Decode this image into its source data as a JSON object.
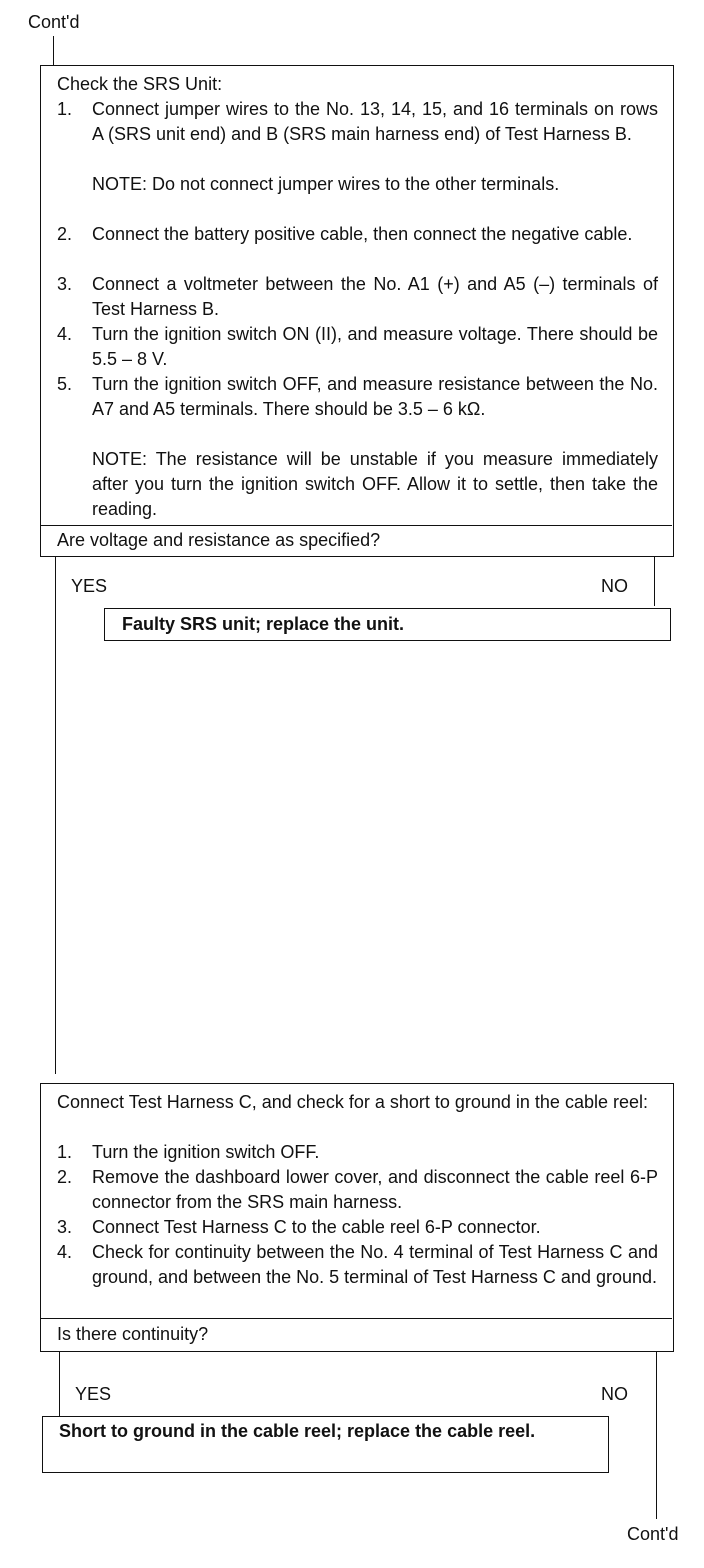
{
  "top_continued": "Cont'd",
  "bottom_continued": "Cont'd",
  "step1": {
    "title": "Check the SRS Unit:",
    "items": [
      {
        "num": "1.",
        "text": "Connect jumper wires to the No. 13, 14, 15, and 16 terminals on rows A (SRS unit end) and B (SRS main harness end) of Test Harness B."
      },
      {
        "num": "",
        "text": "NOTE: Do not connect jumper wires to the other terminals."
      },
      {
        "num": "2.",
        "text": "Connect the battery positive cable, then connect the negative cable."
      },
      {
        "num": "3.",
        "text": "Connect a voltmeter between the No. A1 (+) and A5 (–) terminals of Test Harness B."
      },
      {
        "num": "4.",
        "text": "Turn the ignition switch ON (II), and measure voltage. There should be 5.5 – 8 V."
      },
      {
        "num": "5.",
        "text": "Turn the ignition switch OFF, and measure resistance between the No. A7 and A5 terminals. There should be 3.5 – 6 kΩ."
      },
      {
        "num": "",
        "text": "NOTE: The resistance will be unstable if you measure immediately after you turn the ignition switch OFF. Allow it to settle, then take the reading."
      }
    ],
    "question": "Are voltage and resistance as specified?",
    "yes_label": "YES",
    "no_label": "NO",
    "no_result": "Faulty SRS unit; replace the unit."
  },
  "step2": {
    "intro": "Connect Test Harness C, and check for a short to ground in the cable reel:",
    "items": [
      {
        "num": "1.",
        "text": "Turn the ignition switch OFF."
      },
      {
        "num": "2.",
        "text": "Remove the dashboard lower cover, and disconnect the cable reel 6-P connector from the SRS main harness."
      },
      {
        "num": "3.",
        "text": "Connect Test Harness C to the cable reel 6-P connector."
      },
      {
        "num": "4.",
        "text": "Check for continuity between the No. 4 terminal of Test Harness C and ground, and between the No. 5 terminal of Test Harness C and ground."
      }
    ],
    "question": "Is there continuity?",
    "yes_label": "YES",
    "no_label": "NO",
    "yes_result": "Short to ground in the cable reel; replace the cable reel."
  }
}
